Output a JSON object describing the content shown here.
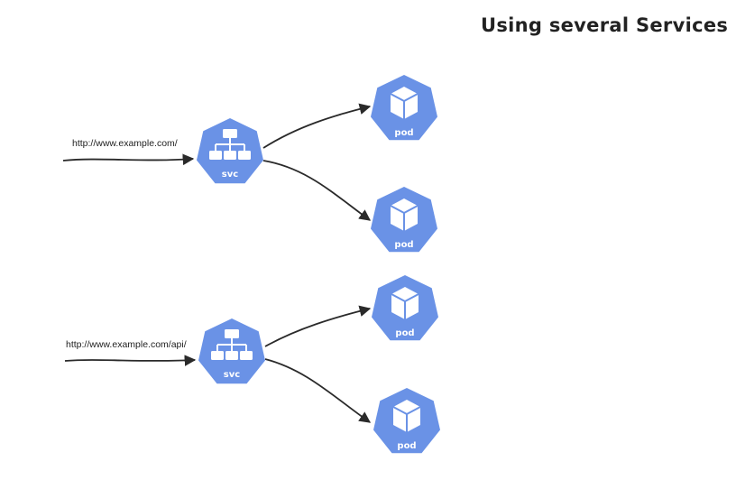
{
  "title": "Using several Services",
  "colors": {
    "node_fill": "#6a92e6",
    "arrow": "#2a2a2a",
    "text": "#222222"
  },
  "groups": [
    {
      "url": "http://www.example.com/",
      "service": {
        "label": "svc",
        "icon": "service-tree-icon"
      },
      "pods": [
        {
          "label": "pod",
          "icon": "cube-icon"
        },
        {
          "label": "pod",
          "icon": "cube-icon"
        }
      ]
    },
    {
      "url": "http://www.example.com/api/",
      "service": {
        "label": "svc",
        "icon": "service-tree-icon"
      },
      "pods": [
        {
          "label": "pod",
          "icon": "cube-icon"
        },
        {
          "label": "pod",
          "icon": "cube-icon"
        }
      ]
    }
  ]
}
